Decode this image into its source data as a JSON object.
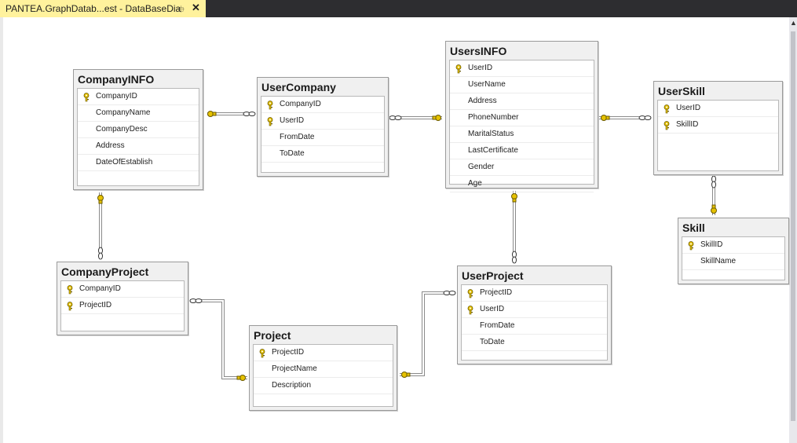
{
  "tab": {
    "title": "PANTEA.GraphDatab...est - DataBaseDia",
    "pin_icon": "pin-icon",
    "close_icon": "close-icon"
  },
  "colors": {
    "tab_bg": "#fff29d",
    "topbar": "#2d2d30",
    "key": "#e6c200",
    "line": "#8a8a8a"
  },
  "tables": {
    "companyinfo": {
      "name": "CompanyINFO",
      "rows": [
        {
          "name": "CompanyID",
          "pk": true
        },
        {
          "name": "CompanyName",
          "pk": false
        },
        {
          "name": "CompanyDesc",
          "pk": false
        },
        {
          "name": "Address",
          "pk": false
        },
        {
          "name": "DateOfEstablish",
          "pk": false
        }
      ]
    },
    "usercompany": {
      "name": "UserCompany",
      "rows": [
        {
          "name": "CompanyID",
          "pk": true
        },
        {
          "name": "UserID",
          "pk": true
        },
        {
          "name": "FromDate",
          "pk": false
        },
        {
          "name": "ToDate",
          "pk": false
        }
      ]
    },
    "usersinfo": {
      "name": "UsersINFO",
      "rows": [
        {
          "name": "UserID",
          "pk": true
        },
        {
          "name": "UserName",
          "pk": false
        },
        {
          "name": "Address",
          "pk": false
        },
        {
          "name": "PhoneNumber",
          "pk": false
        },
        {
          "name": "MaritalStatus",
          "pk": false
        },
        {
          "name": "LastCertificate",
          "pk": false
        },
        {
          "name": "Gender",
          "pk": false
        },
        {
          "name": "Age",
          "pk": false
        }
      ]
    },
    "userskill": {
      "name": "UserSkill",
      "rows": [
        {
          "name": "UserID",
          "pk": true
        },
        {
          "name": "SkillID",
          "pk": true
        }
      ]
    },
    "skill": {
      "name": "Skill",
      "rows": [
        {
          "name": "SkillID",
          "pk": true
        },
        {
          "name": "SkillName",
          "pk": false
        }
      ]
    },
    "companyproject": {
      "name": "CompanyProject",
      "rows": [
        {
          "name": "CompanyID",
          "pk": true
        },
        {
          "name": "ProjectID",
          "pk": true
        }
      ]
    },
    "project": {
      "name": "Project",
      "rows": [
        {
          "name": "ProjectID",
          "pk": true
        },
        {
          "name": "ProjectName",
          "pk": false
        },
        {
          "name": "Description",
          "pk": false
        }
      ]
    },
    "userproject": {
      "name": "UserProject",
      "rows": [
        {
          "name": "ProjectID",
          "pk": true
        },
        {
          "name": "UserID",
          "pk": true
        },
        {
          "name": "FromDate",
          "pk": false
        },
        {
          "name": "ToDate",
          "pk": false
        }
      ]
    }
  }
}
